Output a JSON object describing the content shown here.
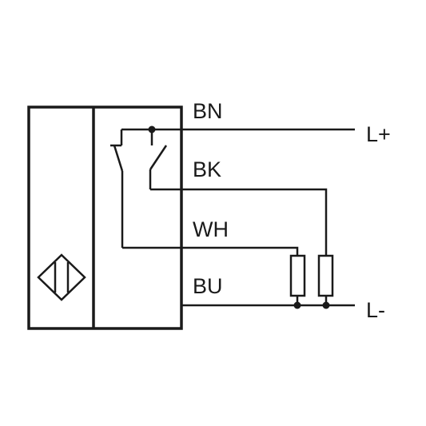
{
  "wires": [
    {
      "id": "bn",
      "label": "BN"
    },
    {
      "id": "bk",
      "label": "BK"
    },
    {
      "id": "wh",
      "label": "WH"
    },
    {
      "id": "bu",
      "label": "BU"
    }
  ],
  "rails": {
    "positive": "L+",
    "negative": "L-"
  },
  "colors": {
    "line": "#1a1a1a",
    "background": "#ffffff"
  },
  "symbol": "inductive-sensor-diamond-icon"
}
